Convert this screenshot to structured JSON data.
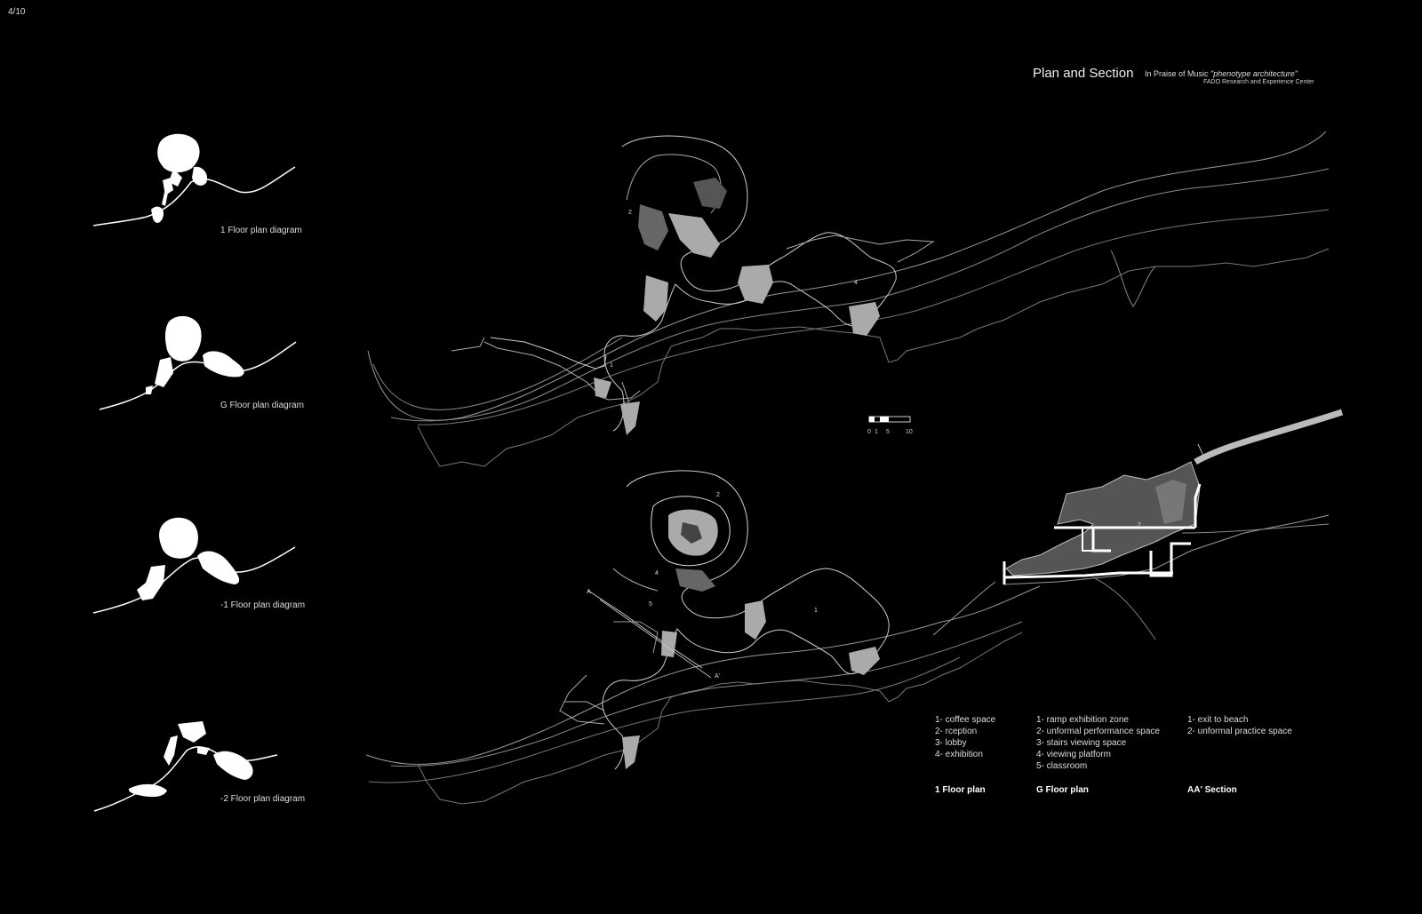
{
  "page": {
    "number": "4/10"
  },
  "header": {
    "title": "Plan and Section",
    "subtitle_prefix": "In Praise of Music",
    "subtitle_italic": "\"phenotype  architecture\"",
    "org": "FADO Research and Experience Center"
  },
  "diagrams": [
    {
      "label": "1 Floor plan diagram"
    },
    {
      "label": "G Floor plan diagram"
    },
    {
      "label": "-1 Floor plan diagram"
    },
    {
      "label": "-2 Floor plan diagram"
    }
  ],
  "scale_bar": {
    "ticks": [
      "0",
      "1",
      "5",
      "10"
    ]
  },
  "section": {
    "markers": [
      "A",
      "A'"
    ]
  },
  "legends": [
    {
      "heading": "1 Floor plan",
      "items": [
        "1- coffee space",
        "2- rception",
        "3- lobby",
        "4- exhibition"
      ]
    },
    {
      "heading": "G Floor plan",
      "items": [
        "1- ramp exhibition zone",
        "2- unformal performance space",
        "3- stairs viewing space",
        "4- viewing platform",
        "5- classroom"
      ]
    },
    {
      "heading": "AA' Section",
      "items": [
        "1- exit to beach",
        "2- unformal practice space"
      ]
    }
  ]
}
